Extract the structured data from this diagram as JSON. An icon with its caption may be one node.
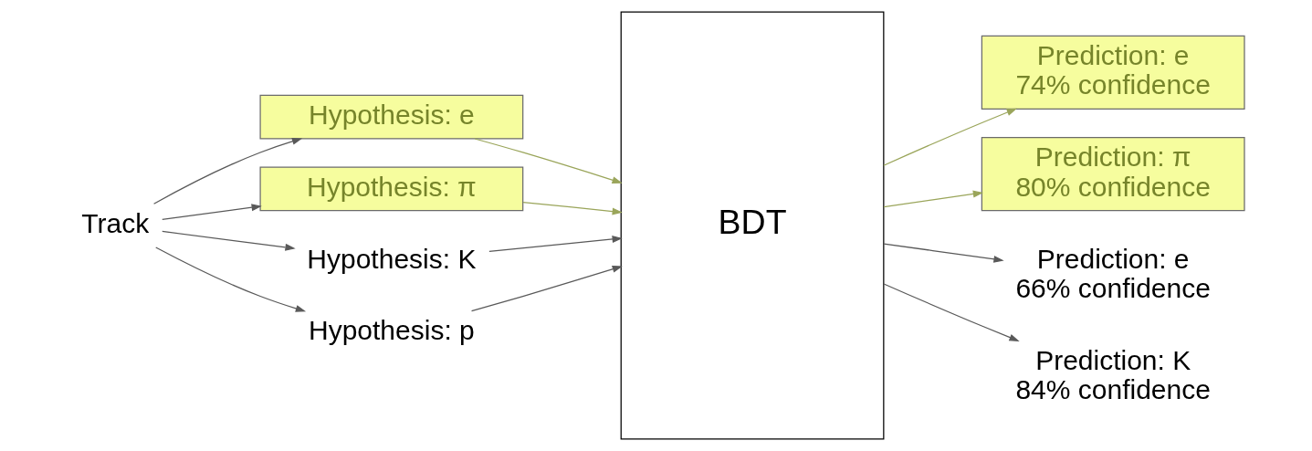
{
  "diagram": {
    "nodes": [
      {
        "text": [
          "Track"
        ]
      },
      {
        "text": [
          "Hypothesis: e"
        ]
      },
      {
        "text": [
          "Hypothesis: π"
        ]
      },
      {
        "text": [
          "Hypothesis: K"
        ]
      },
      {
        "text": [
          "Hypothesis: p"
        ]
      },
      {
        "text": [
          "BDT"
        ]
      },
      {
        "text": [
          "Prediction: e",
          "74% confidence"
        ]
      },
      {
        "text": [
          "Prediction: π",
          "80% confidence"
        ]
      },
      {
        "text": [
          "Prediction: e",
          "66% confidence"
        ]
      },
      {
        "text": [
          "Prediction: K",
          "84% confidence"
        ]
      }
    ],
    "edges": [
      {
        "from": 0,
        "to": 1,
        "arrow": "to"
      },
      {
        "from": 0,
        "to": 2,
        "arrow": "to"
      },
      {
        "from": 0,
        "to": 3,
        "arrow": "to"
      },
      {
        "from": 0,
        "to": 4,
        "arrow": "to"
      },
      {
        "from": 1,
        "to": 5,
        "arrow": "to",
        "color": "#9aa55a"
      },
      {
        "from": 2,
        "to": 5,
        "arrow": "to",
        "color": "#9aa55a"
      },
      {
        "from": 3,
        "to": 5,
        "arrow": "to"
      },
      {
        "from": 4,
        "to": 5,
        "arrow": "to"
      },
      {
        "from": 5,
        "to": 6,
        "arrow": "to",
        "color": "#9aa55a"
      },
      {
        "from": 5,
        "to": 7,
        "arrow": "to",
        "color": "#9aa55a"
      },
      {
        "from": 5,
        "to": 8,
        "arrow": "to"
      },
      {
        "from": 5,
        "to": 9,
        "arrow": "to"
      }
    ]
  }
}
